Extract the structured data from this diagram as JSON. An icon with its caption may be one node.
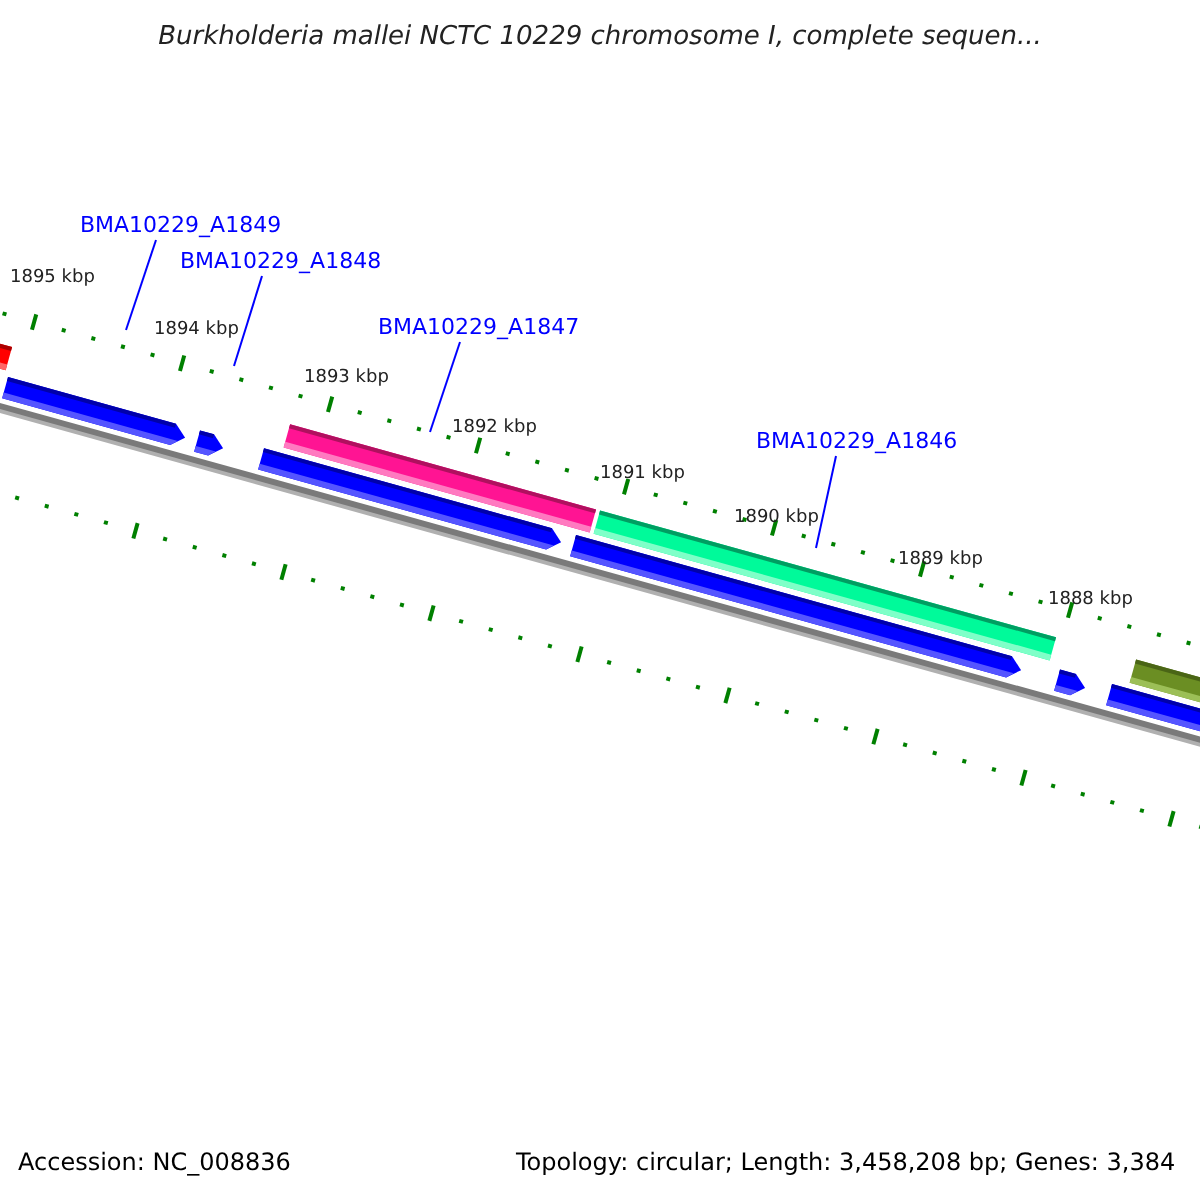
{
  "diagram": {
    "title": "Burkholderia mallei NCTC 10229 chromosome I, complete sequen...",
    "nodes": [
      {
        "text": [
          "BMA10229_A1849"
        ]
      },
      {
        "text": [
          "BMA10229_A1848"
        ]
      },
      {
        "text": [
          "BMA10229_A1847"
        ]
      },
      {
        "text": [
          "BMA10229_A1846"
        ]
      }
    ],
    "edges": [
      {
        "from": 0,
        "to": null,
        "arrow": "none"
      },
      {
        "from": 1,
        "to": null,
        "arrow": "none"
      },
      {
        "from": 2,
        "to": null,
        "arrow": "none"
      },
      {
        "from": 3,
        "to": null,
        "arrow": "none"
      }
    ],
    "labels": [
      "1895 kbp",
      "1894 kbp",
      "1893 kbp",
      "1892 kbp",
      "1891 kbp",
      "1890 kbp",
      "1889 kbp",
      "1888 kbp",
      "Accession: NC_008836",
      "Topology: circular; Length: 3,458,208 bp; Genes: 3,384"
    ]
  }
}
